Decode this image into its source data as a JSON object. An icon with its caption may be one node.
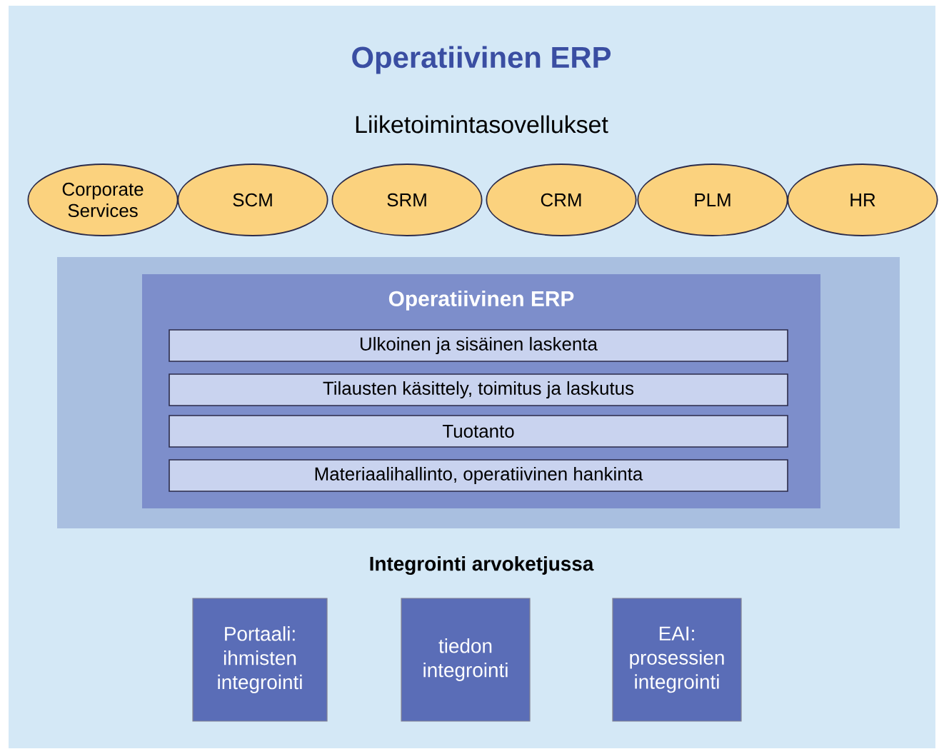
{
  "diagram": {
    "title": "Operatiivinen ERP",
    "nodes": [
      {
        "text": [
          "Corporate Services"
        ]
      },
      {
        "text": [
          "SCM"
        ]
      },
      {
        "text": [
          "SRM"
        ]
      },
      {
        "text": [
          "CRM"
        ]
      },
      {
        "text": [
          "PLM"
        ]
      },
      {
        "text": [
          "HR"
        ]
      },
      {
        "text": [],
        "shape": "box"
      },
      {
        "text": [
          "Operatiivinen ERP"
        ],
        "in": 6
      },
      {
        "text": [
          "Ulkoinen  ja sisäinen laskenta"
        ],
        "in": 7
      },
      {
        "text": [
          "Tilausten käsittely, toimitus ja laskutus"
        ],
        "in": 7
      },
      {
        "text": [
          "Tuotanto"
        ],
        "in": 7
      },
      {
        "text": [
          "Materiaalihallinto, operatiivinen hankinta"
        ],
        "in": 7
      },
      {
        "text": [
          "Portaali: ihmisten integrointi"
        ]
      },
      {
        "text": [
          "tiedon integrointi"
        ]
      },
      {
        "text": [
          "EAI: prosessien integrointi"
        ]
      }
    ],
    "labels": [
      "Liiketoimintasovellukset",
      "Integrointi arvoketjussa"
    ]
  }
}
